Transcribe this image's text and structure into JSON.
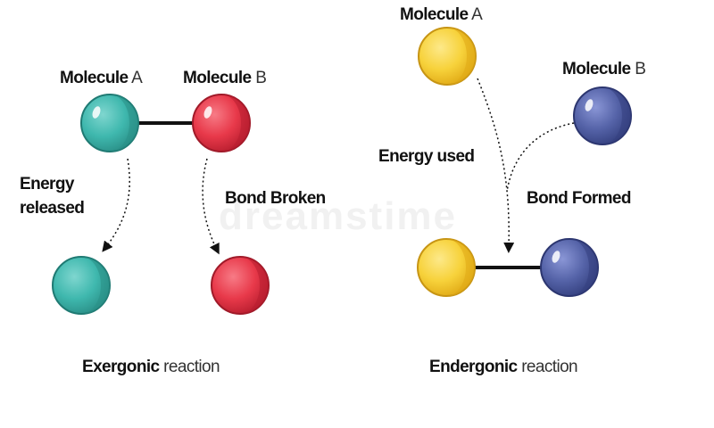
{
  "left_panel": {
    "molecule_a": {
      "bold": "Molecule",
      "letter": "A"
    },
    "molecule_b": {
      "bold": "Molecule",
      "letter": "B"
    },
    "energy_label_line1": "Energy",
    "energy_label_line2": "released",
    "bond_label": "Bond Broken",
    "caption_bold": "Exergonic",
    "caption_light": "reaction"
  },
  "right_panel": {
    "molecule_a": {
      "bold": "Molecule",
      "letter": "A"
    },
    "molecule_b": {
      "bold": "Molecule",
      "letter": "B"
    },
    "energy_label": "Energy used",
    "bond_label": "Bond Formed",
    "caption_bold": "Endergonic",
    "caption_light": "reaction"
  },
  "watermark": "dreamstime",
  "colors": {
    "teal": "#3fb8ae",
    "red": "#e8394a",
    "yellow": "#f7d23b",
    "blue": "#5563a8",
    "bond": "#111111"
  }
}
